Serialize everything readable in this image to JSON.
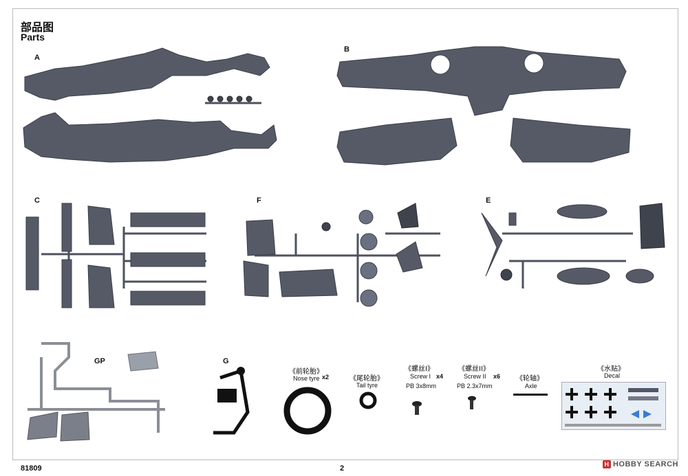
{
  "header": {
    "title_cn": "部品图",
    "title_en": "Parts"
  },
  "groups": {
    "a": "A",
    "b": "B",
    "c": "C",
    "f": "F",
    "e": "E",
    "gp": "GP",
    "g": "G"
  },
  "hardware": {
    "nose_tyre": {
      "cn": "《前轮胎》",
      "en": "Nose tyre",
      "qty": "x2"
    },
    "tail_tyre": {
      "cn": "《尾轮胎》",
      "en": "Tail tyre"
    },
    "screw1": {
      "cn": "《螺丝I》",
      "en": "Screw I",
      "spec": "PB 3x8mm",
      "qty": "x4"
    },
    "screw2": {
      "cn": "《螺丝II》",
      "en": "Screw II",
      "spec": "PB 2.3x7mm",
      "qty": "x6"
    },
    "axle": {
      "cn": "《轮轴》",
      "en": "Axle"
    },
    "decal": {
      "cn": "《水贴》",
      "en": "Decal"
    }
  },
  "footer": {
    "code": "81809",
    "page": "2"
  },
  "watermark": {
    "icon": "H",
    "text": "HOBBY SEARCH"
  }
}
